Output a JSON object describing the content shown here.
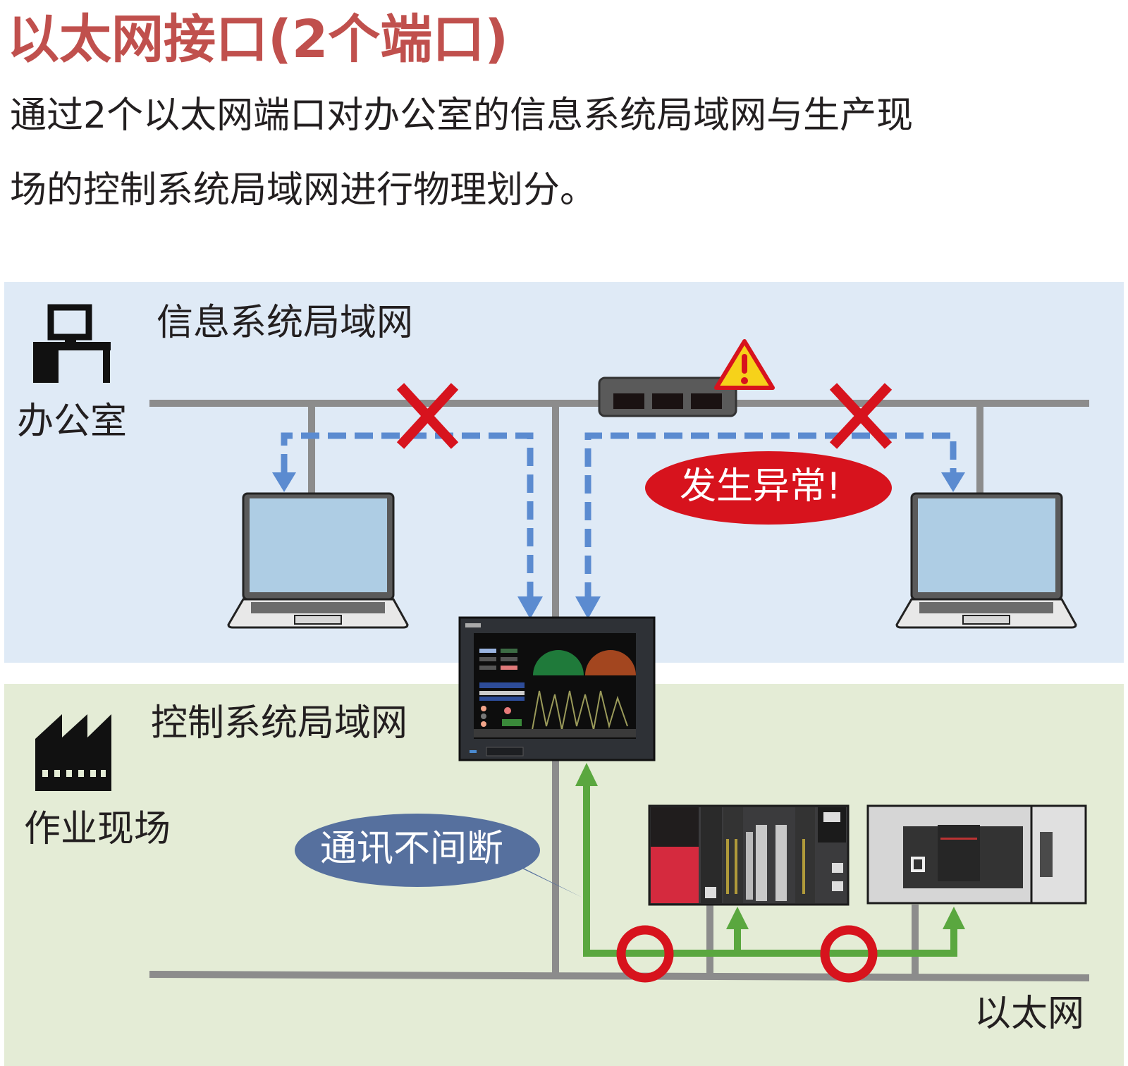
{
  "header": {
    "title": "以太网接口(2个端口)",
    "description_line1": "通过2个以太网端口对办公室的信息系统局域网与生产现",
    "description_line2": "场的控制系统局域网进行物理划分。"
  },
  "info_zone": {
    "network_label": "信息系统局域网",
    "location_label": "办公室",
    "location_icon": "office-desk-computer-icon",
    "alert_text": "发生异常!",
    "alert_icon": "warning-triangle-icon",
    "blocked_icon": "red-cross-icon",
    "devices": [
      "laptop-left",
      "network-switch",
      "laptop-right"
    ]
  },
  "control_zone": {
    "network_label": "控制系统局域网",
    "location_label": "作业现场",
    "location_icon": "factory-icon",
    "callout_text": "通讯不间断",
    "ok_icon": "red-circle-ok-icon",
    "ethernet_label": "以太网",
    "devices": [
      "hmi-panel",
      "plc-rack",
      "compact-plc"
    ]
  },
  "colors": {
    "title": "#c0504d",
    "info_bg": "#dfeaf6",
    "control_bg": "#e4ecd6",
    "network_line": "#8c8c8c",
    "blocked_path": "#5b8bd0",
    "ok_path": "#5aa73f",
    "alert_red": "#d7131d",
    "callout_blue": "#56709e",
    "warning_yellow": "#f6d21a"
  },
  "hmi_screen": {
    "indicator": "operating-monitor-screen"
  }
}
